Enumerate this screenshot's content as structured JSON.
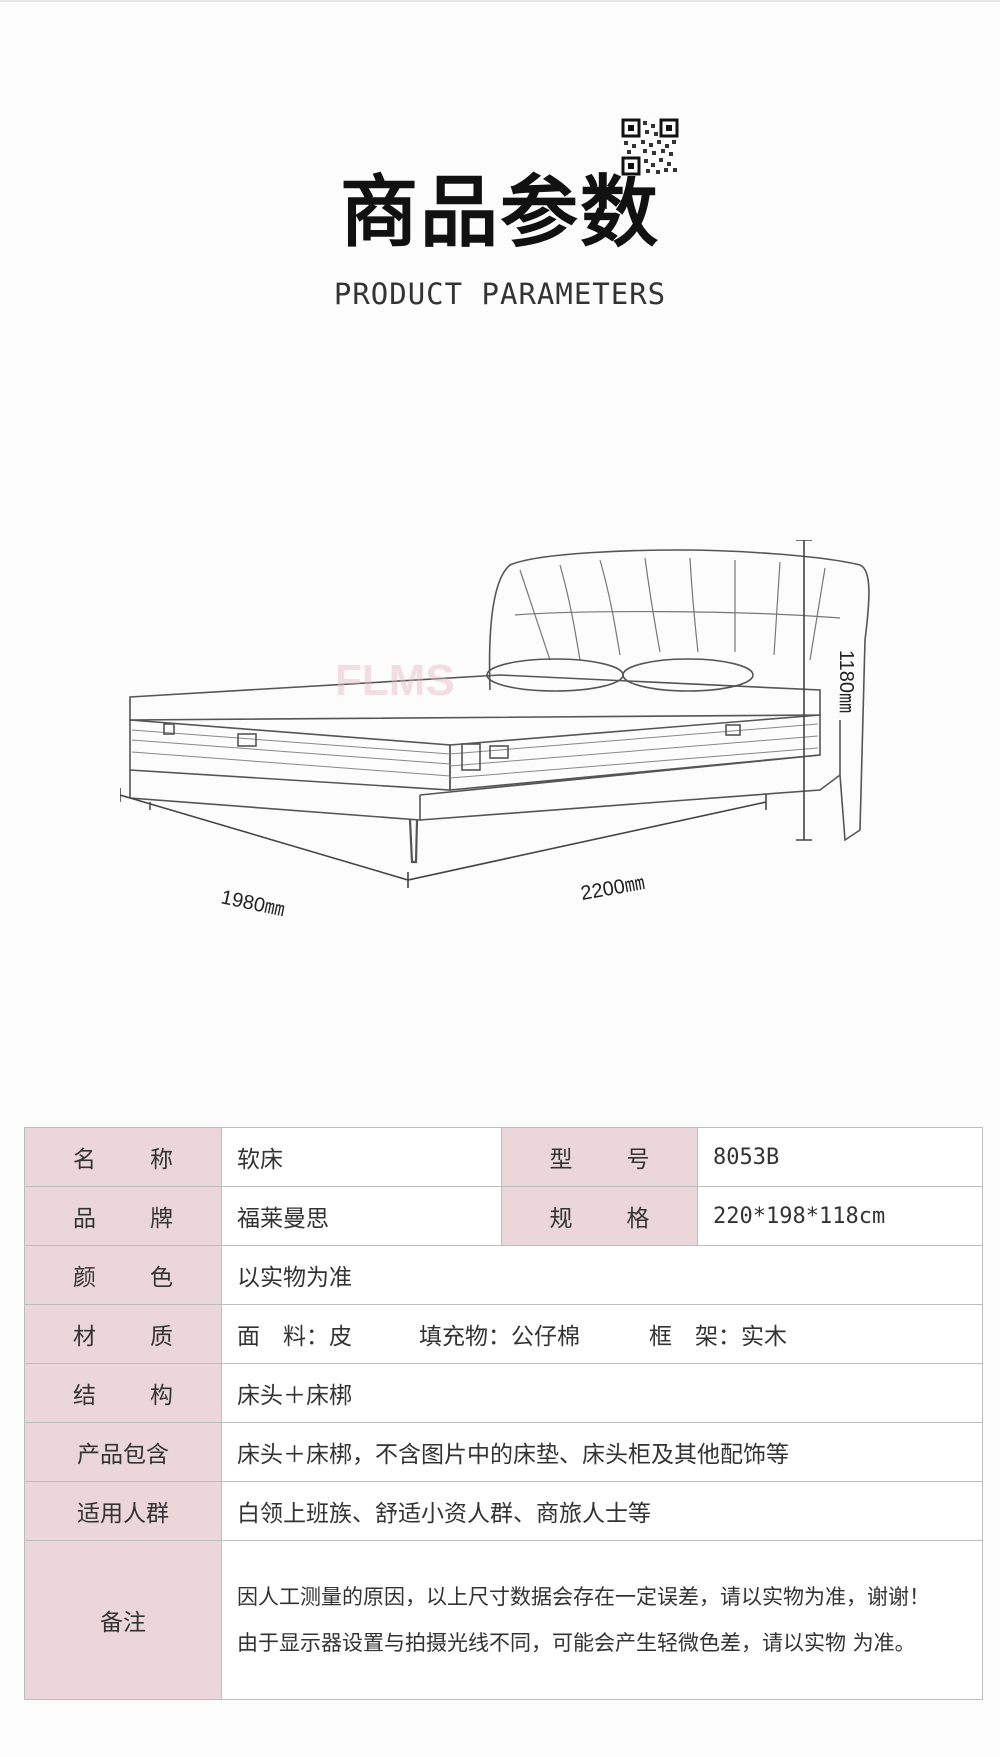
{
  "header": {
    "title": "商品参数",
    "subtitle": "PRODUCT PARAMETERS"
  },
  "diagram": {
    "width_label": "1980㎜",
    "length_label": "2200㎜",
    "height_label": "1180㎜",
    "watermark": "FLMS"
  },
  "params": {
    "name_label": [
      "名",
      "称"
    ],
    "name_value": "软床",
    "model_label": [
      "型",
      "号"
    ],
    "model_value": "8053B",
    "brand_label": [
      "品",
      "牌"
    ],
    "brand_value": "福莱曼思",
    "spec_label": [
      "规",
      "格"
    ],
    "spec_value": "220*198*118cm",
    "color_label": [
      "颜",
      "色"
    ],
    "color_value": "以实物为准",
    "material_label": [
      "材",
      "质"
    ],
    "material_face": "面　料：皮",
    "material_fill": "填充物：公仔棉",
    "material_frame": "框　架：实木",
    "structure_label": [
      "结",
      "构"
    ],
    "structure_value": "床头＋床梆",
    "includes_label": "产品包含",
    "includes_value": "床头＋床梆，不含图片中的床垫、床头柜及其他配饰等",
    "audience_label": "适用人群",
    "audience_value": "白领上班族、舒适小资人群、商旅人士等",
    "notes_label": "备注",
    "notes_line1": "因人工测量的原因，以上尺寸数据会存在一定误差，请以实物为准，谢谢！",
    "notes_line2": "由于显示器设置与拍摄光线不同，可能会产生轻微色差，请以实物 为准。"
  },
  "colors": {
    "label_bg": "#ebd6da",
    "border": "#bdbdbd",
    "watermark": "#e6b8c0"
  }
}
